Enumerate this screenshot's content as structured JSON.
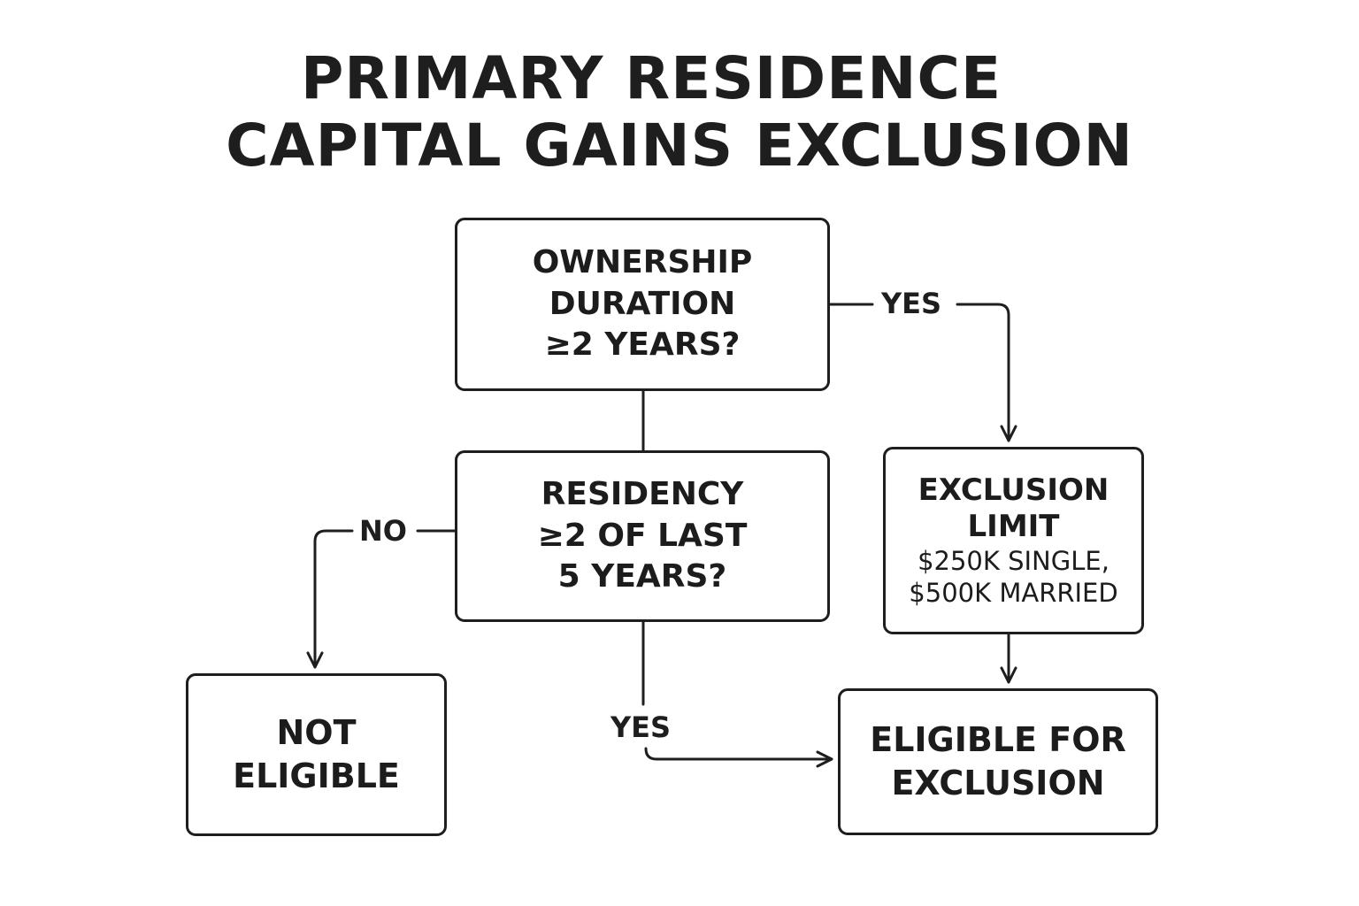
{
  "title": {
    "line1": "PRIMARY RESIDENCE",
    "line2": "CAPITAL GAINS EXCLUSION"
  },
  "nodes": {
    "ownership": {
      "lines": [
        "OWNERSHIP",
        "DURATION",
        "≥2 YEARS?"
      ]
    },
    "residency": {
      "lines": [
        "RESIDENCY",
        "≥2 OF LAST",
        "5 YEARS?"
      ]
    },
    "exclusion_limit": {
      "lines": [
        "EXCLUSION",
        "LIMIT"
      ],
      "detail": [
        "$250K SINGLE,",
        "$500K MARRIED"
      ]
    },
    "not_eligible": {
      "lines": [
        "NOT",
        "ELIGIBLE"
      ]
    },
    "eligible": {
      "lines": [
        "ELIGIBLE FOR",
        "EXCLUSION"
      ]
    }
  },
  "edges": [
    {
      "from": "ownership",
      "to": "exclusion_limit",
      "label": "YES"
    },
    {
      "from": "ownership",
      "to": "residency",
      "label": ""
    },
    {
      "from": "residency",
      "to": "not_eligible",
      "label": "NO"
    },
    {
      "from": "residency",
      "to": "eligible",
      "label": "YES"
    },
    {
      "from": "exclusion_limit",
      "to": "eligible",
      "label": ""
    }
  ]
}
